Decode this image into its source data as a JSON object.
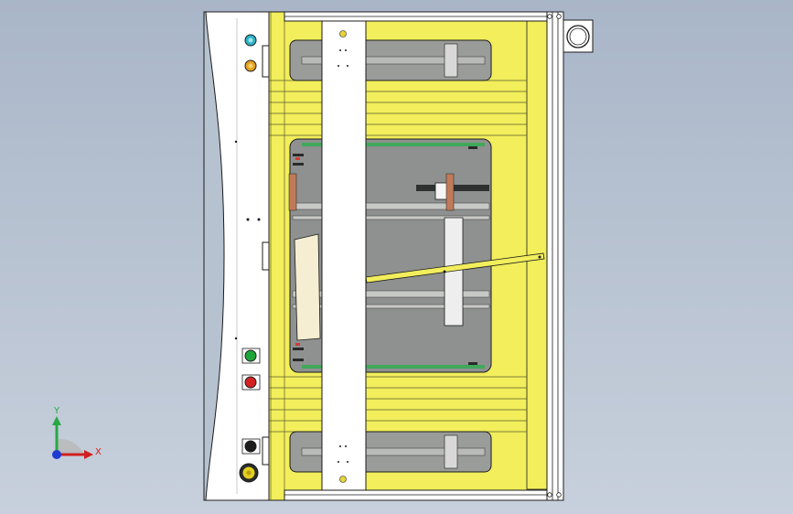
{
  "viewport": {
    "background_top": "#a9b6c8",
    "background_bottom": "#c7d0dc"
  },
  "colors": {
    "frame_yellow": "#f2ee5c",
    "frame_yellow_dark": "#d9d33a",
    "panel_white": "#ffffff",
    "outline": "#1c1c1c",
    "interior_gray": "#8e918f",
    "rail_green": "#3fa85a",
    "axis_x": "#d21f1f",
    "axis_y": "#27a845",
    "axis_z": "#1f3bd2"
  },
  "control_panel": {
    "indicators": [
      {
        "name": "cyan-indicator-light",
        "color": "#2bb4c6"
      },
      {
        "name": "orange-indicator-light",
        "color": "#e7a21d"
      },
      {
        "name": "green-indicator-light",
        "color": "#1fa53a"
      },
      {
        "name": "red-indicator-light",
        "color": "#d32222"
      },
      {
        "name": "black-indicator-light",
        "color": "#1d1d1d"
      },
      {
        "name": "emergency-stop-button",
        "color": "#e2cf1e"
      }
    ]
  },
  "corner_fixture": {
    "icon": "circle-fixture-icon"
  },
  "axis_triad": {
    "x_label": "X",
    "y_label": "Y"
  }
}
